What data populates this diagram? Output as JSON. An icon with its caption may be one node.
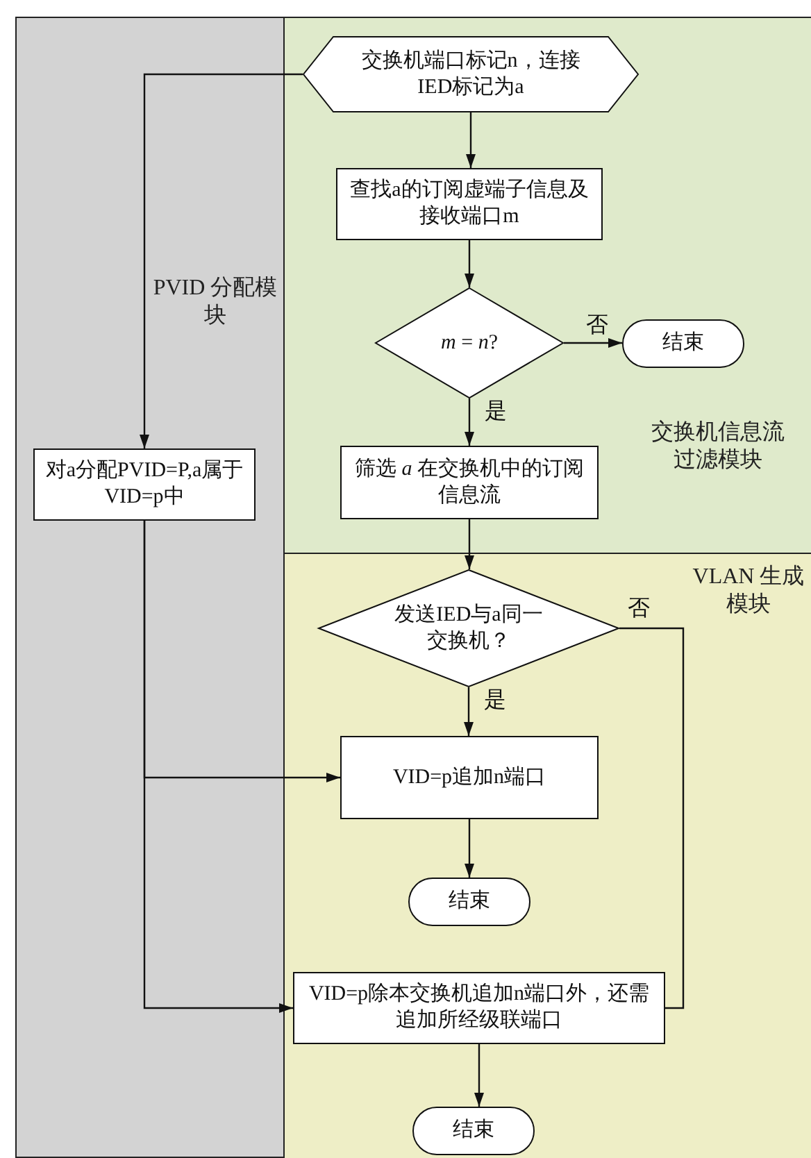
{
  "diagram": {
    "nodes": [
      {
        "text": [
          "PVID 分配模块"
        ]
      },
      {
        "text": [
          "交换机信息流过滤模块"
        ]
      },
      {
        "text": [
          "VLAN 生成模块"
        ]
      },
      {
        "text": [
          "交换机端口标记n，连接IED标记为a"
        ],
        "in": 1
      },
      {
        "text": [
          "查找a的订阅虚端子信息及接收端口m"
        ],
        "in": 1
      },
      {
        "text": [
          "*m* = *n*?"
        ],
        "in": 1
      },
      {
        "text": [
          "结束"
        ],
        "in": 1
      },
      {
        "text": [
          "筛选 *a* 在交换机中的订阅信息流"
        ],
        "in": 1
      },
      {
        "text": [
          "对a分配PVID=P,a属于VID=p中"
        ],
        "in": 0
      },
      {
        "text": [
          "发送IED与a同一交换机？"
        ],
        "in": 2
      },
      {
        "text": [
          "VID=p追加n端口"
        ],
        "in": 2
      },
      {
        "text": [
          "结束"
        ],
        "in": 2
      },
      {
        "text": [
          "VID=p除本交换机追加n端口外，还需追加所经级联端口"
        ],
        "in": 2
      },
      {
        "text": [
          "结束"
        ],
        "in": 2
      }
    ],
    "edges": [
      {
        "from": 3,
        "to": 4,
        "arrow": "to"
      },
      {
        "from": 4,
        "to": 5,
        "arrow": "to"
      },
      {
        "from": 5,
        "to": 6,
        "arrow": "to",
        "label": "否"
      },
      {
        "from": 5,
        "to": 7,
        "arrow": "to",
        "label": "是"
      },
      {
        "from": 7,
        "to": 9,
        "arrow": "to"
      },
      {
        "from": 9,
        "to": 10,
        "arrow": "to",
        "label": "是"
      },
      {
        "from": 10,
        "to": 11,
        "arrow": "to"
      },
      {
        "from": 9,
        "to": 12,
        "arrow": "none",
        "label": "否"
      },
      {
        "from": 12,
        "to": 13,
        "arrow": "to"
      },
      {
        "from": 3,
        "to": 8,
        "arrow": "to"
      },
      {
        "from": 8,
        "to": 10,
        "arrow": "to"
      },
      {
        "from": 8,
        "to": 12,
        "arrow": "to"
      }
    ]
  }
}
